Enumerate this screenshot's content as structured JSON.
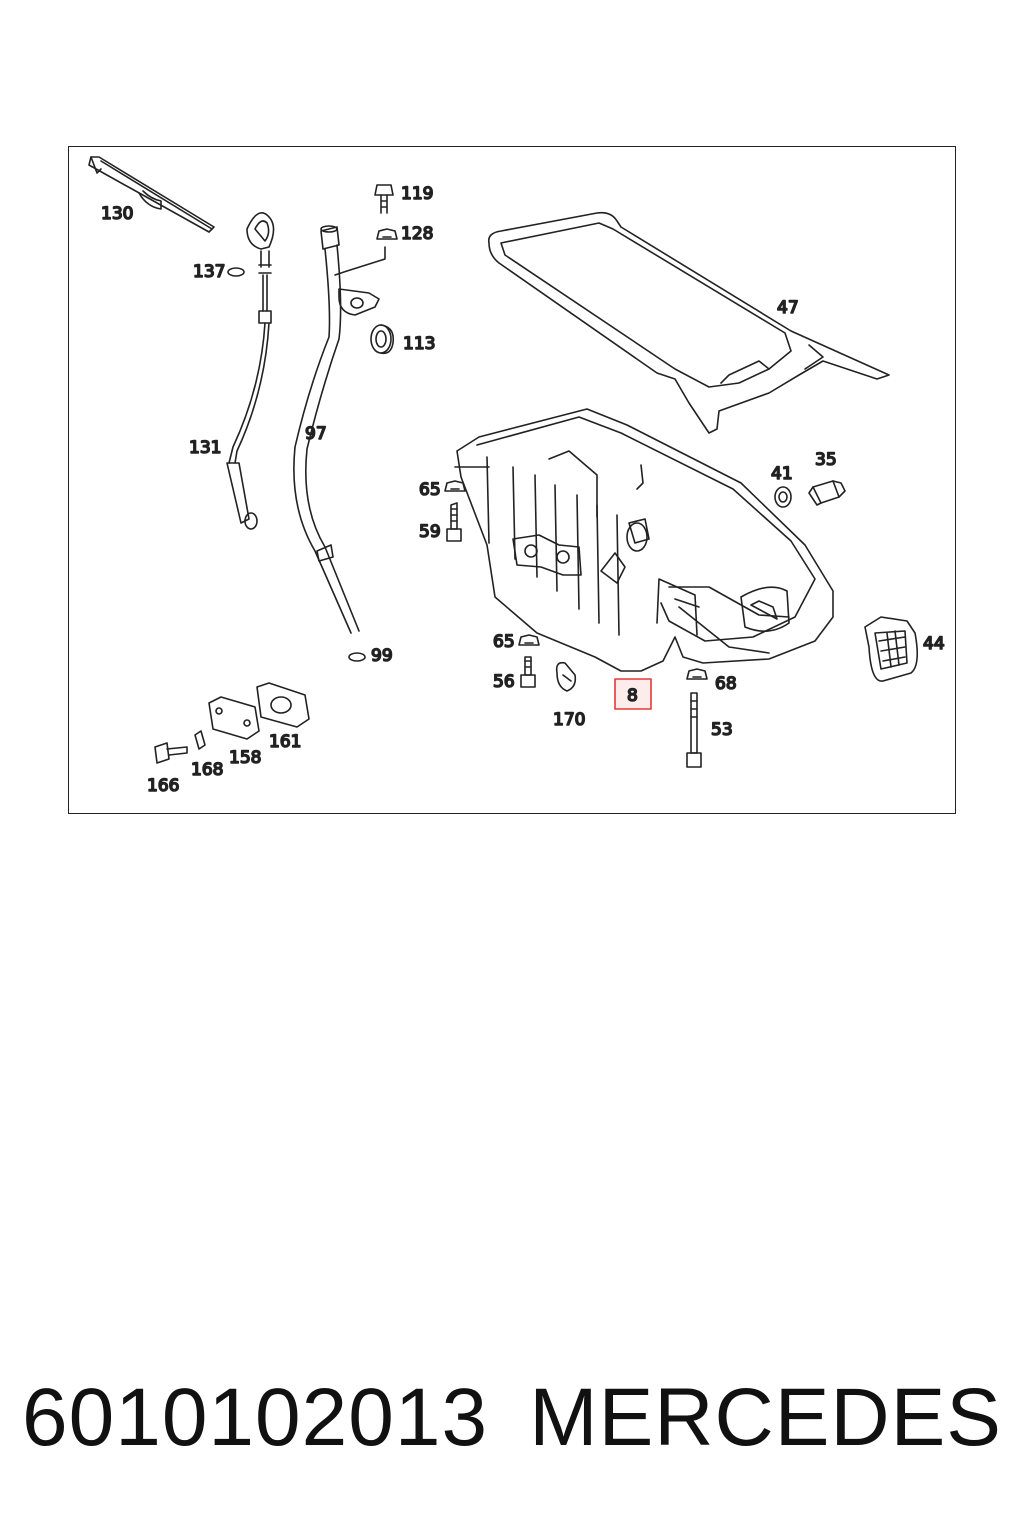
{
  "diagram": {
    "highlight_color": "#e53935",
    "highlighted_part": "8",
    "callouts": [
      {
        "id": "130",
        "label": "130"
      },
      {
        "id": "119",
        "label": "119"
      },
      {
        "id": "128",
        "label": "128"
      },
      {
        "id": "137",
        "label": "137"
      },
      {
        "id": "113",
        "label": "113"
      },
      {
        "id": "47",
        "label": "47"
      },
      {
        "id": "131",
        "label": "131"
      },
      {
        "id": "97",
        "label": "97"
      },
      {
        "id": "41",
        "label": "41"
      },
      {
        "id": "35",
        "label": "35"
      },
      {
        "id": "65a",
        "label": "65"
      },
      {
        "id": "59",
        "label": "59"
      },
      {
        "id": "44",
        "label": "44"
      },
      {
        "id": "65b",
        "label": "65"
      },
      {
        "id": "99",
        "label": "99"
      },
      {
        "id": "56",
        "label": "56"
      },
      {
        "id": "68",
        "label": "68"
      },
      {
        "id": "170",
        "label": "170"
      },
      {
        "id": "53",
        "label": "53"
      },
      {
        "id": "161",
        "label": "161"
      },
      {
        "id": "158",
        "label": "158"
      },
      {
        "id": "168",
        "label": "168"
      },
      {
        "id": "166",
        "label": "166"
      }
    ]
  },
  "footer": {
    "part_number": "6010102013",
    "brand": "MERCEDES"
  }
}
